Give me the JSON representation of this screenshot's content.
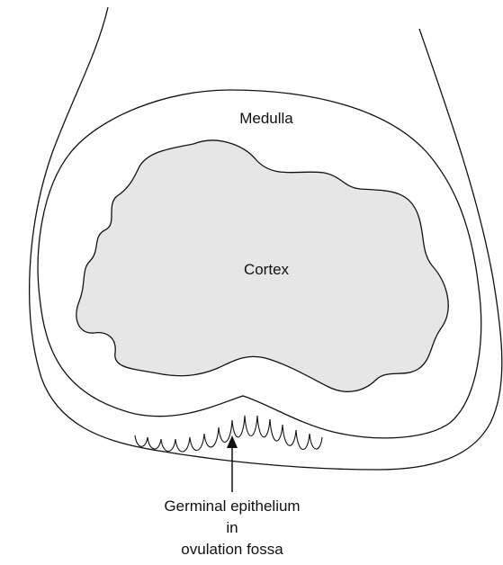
{
  "diagram": {
    "labels": {
      "medulla": "Medulla",
      "cortex": "Cortex",
      "epithelium_line1": "Germinal epithelium",
      "epithelium_line2": "in",
      "epithelium_line3": "ovulation fossa"
    },
    "colors": {
      "stroke": "#111111",
      "cortex_fill": "#e6e6e6",
      "background": "#ffffff"
    }
  }
}
